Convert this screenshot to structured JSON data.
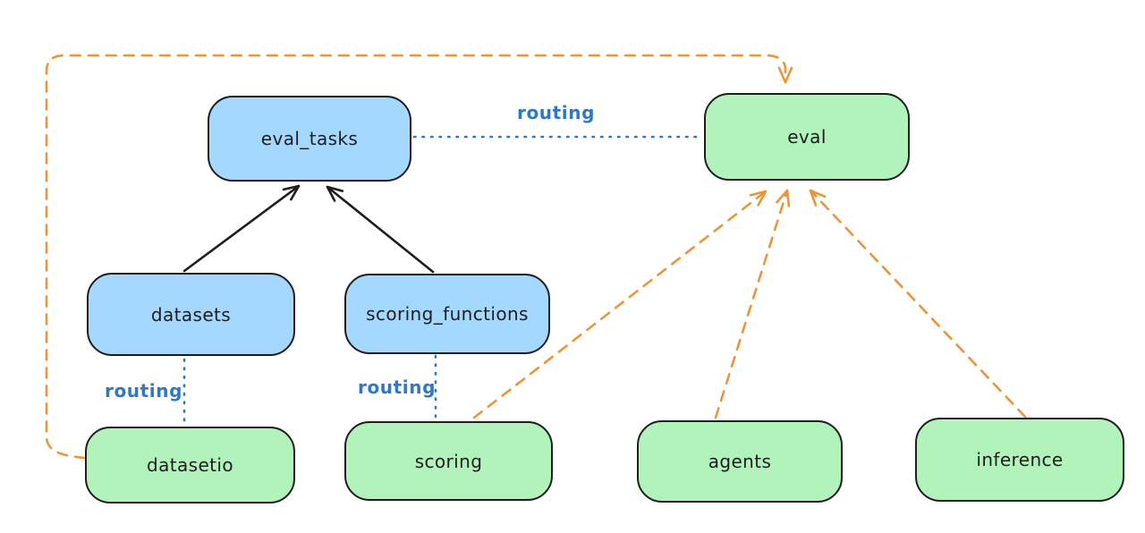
{
  "colors": {
    "resource_fill": "#a5d8ff",
    "provider_fill": "#b2f2bb",
    "stroke_dark": "#1e1e1e",
    "routing_blue": "#2f78c5",
    "dependency_orange": "#ec9439",
    "canvas_bg": "#ffffff"
  },
  "nodes": [
    {
      "id": "eval_tasks",
      "label": "eval_tasks",
      "kind": "resource"
    },
    {
      "id": "eval",
      "label": "eval",
      "kind": "api"
    },
    {
      "id": "datasets",
      "label": "datasets",
      "kind": "resource"
    },
    {
      "id": "scoring_functions",
      "label": "scoring_functions",
      "kind": "resource"
    },
    {
      "id": "datasetio",
      "label": "datasetio",
      "kind": "api"
    },
    {
      "id": "scoring",
      "label": "scoring",
      "kind": "api"
    },
    {
      "id": "agents",
      "label": "agents",
      "kind": "api"
    },
    {
      "id": "inference",
      "label": "inference",
      "kind": "api"
    }
  ],
  "edges": [
    {
      "from": "datasets",
      "to": "eval_tasks",
      "style": "solid-black-arrow"
    },
    {
      "from": "scoring_functions",
      "to": "eval_tasks",
      "style": "solid-black-arrow"
    },
    {
      "from": "eval_tasks",
      "to": "eval",
      "style": "dotted-blue",
      "label": "routing"
    },
    {
      "from": "datasets",
      "to": "datasetio",
      "style": "dotted-blue",
      "label": "routing"
    },
    {
      "from": "scoring_functions",
      "to": "scoring",
      "style": "dotted-blue",
      "label": "routing"
    },
    {
      "from": "datasetio",
      "to": "eval",
      "style": "dashed-orange-arrow"
    },
    {
      "from": "scoring",
      "to": "eval",
      "style": "dashed-orange-arrow"
    },
    {
      "from": "agents",
      "to": "eval",
      "style": "dashed-orange-arrow"
    },
    {
      "from": "inference",
      "to": "eval",
      "style": "dashed-orange-arrow"
    }
  ]
}
